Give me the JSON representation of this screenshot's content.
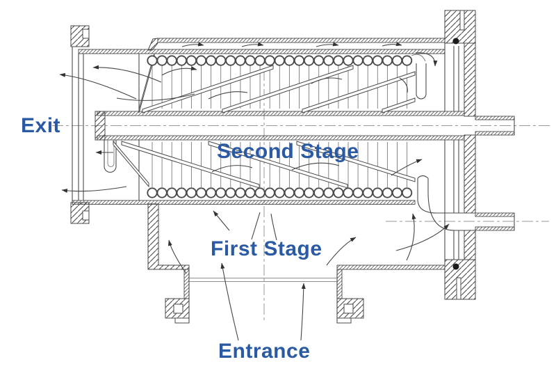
{
  "diagram": {
    "labels": {
      "exit": "Exit",
      "second_stage": "Second Stage",
      "first_stage": "First Stage",
      "entrance": "Entrance"
    },
    "colors": {
      "label_blue": "#2b5aa5",
      "line": "#4a4a4a",
      "centerline": "#999999",
      "seal": "#1a1a1a",
      "background": "#ffffff"
    }
  }
}
